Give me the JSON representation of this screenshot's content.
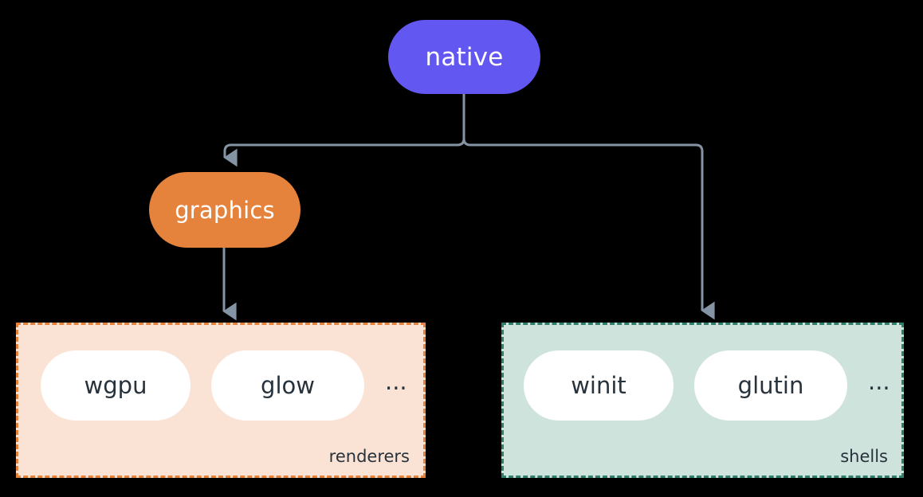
{
  "diagram": {
    "title": "native",
    "background_color": "#000000",
    "edge_color": "#8494A5",
    "nodes": [
      {
        "id": "native",
        "label": "native",
        "color": "#6257F0",
        "text_color": "#FFFFFF"
      },
      {
        "id": "graphics",
        "label": "graphics",
        "color": "#E5833C",
        "text_color": "#FFFFFF"
      }
    ],
    "groups": [
      {
        "id": "renderers",
        "caption": "renderers",
        "fill_color": "#FAE3D4",
        "border_color": "#E5833C",
        "items": [
          {
            "label": "wgpu"
          },
          {
            "label": "glow"
          }
        ],
        "more_indicator": "..."
      },
      {
        "id": "shells",
        "caption": "shells",
        "fill_color": "#CFE3DD",
        "border_color": "#2F7F6B",
        "items": [
          {
            "label": "winit"
          },
          {
            "label": "glutin"
          }
        ],
        "more_indicator": "..."
      }
    ],
    "edges": [
      {
        "from": "native",
        "to": "graphics",
        "style": "orthogonal-arrow"
      },
      {
        "from": "native",
        "to": "shells",
        "style": "orthogonal-arrow"
      },
      {
        "from": "graphics",
        "to": "renderers",
        "style": "straight-arrow"
      }
    ]
  }
}
